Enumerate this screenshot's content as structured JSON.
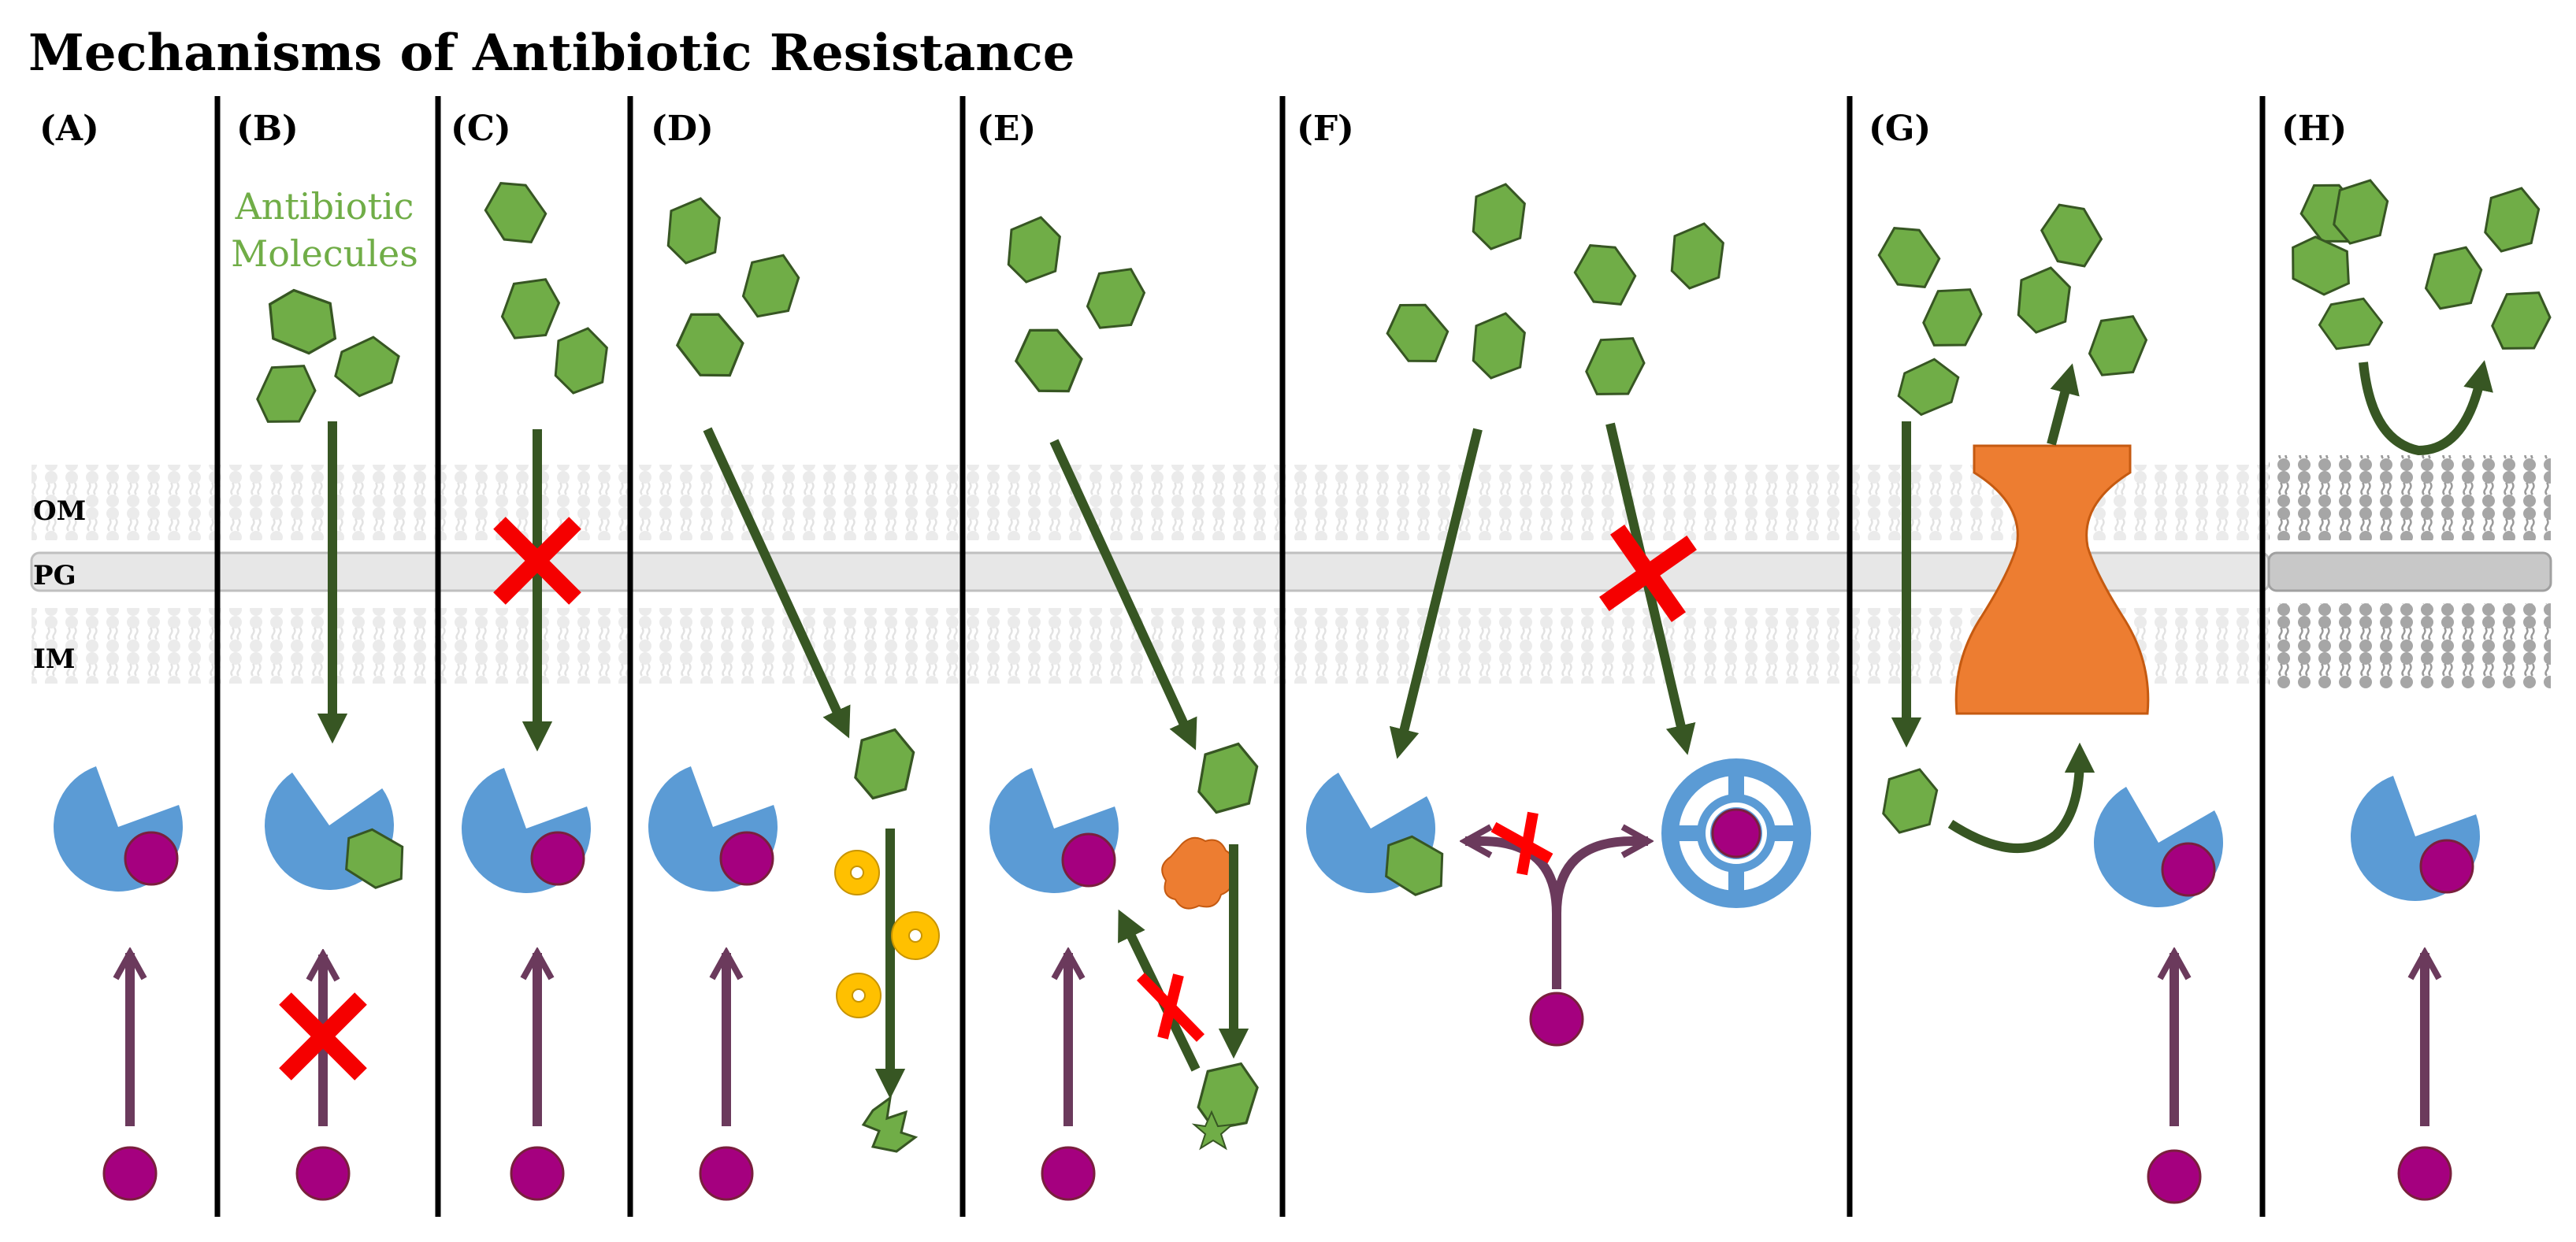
{
  "title": "Mechanisms of Antibiotic Resistance",
  "membrane_labels": {
    "om": "OM",
    "pg": "PG",
    "im": "IM"
  },
  "panels": [
    {
      "label": "(A)"
    },
    {
      "label": "(B)"
    },
    {
      "label": "(C)"
    },
    {
      "label": "(D)"
    },
    {
      "label": "(E)"
    },
    {
      "label": "(F)"
    },
    {
      "label": "(G)"
    },
    {
      "label": "(H)"
    }
  ],
  "antibiotic_label": {
    "line1": "Antibiotic",
    "line2": "Molecules"
  },
  "colors": {
    "antibiotic_fill": "#70ad47",
    "antibiotic_stroke": "#375623",
    "arrow_green": "#375623",
    "arrow_purple": "#6b3a5c",
    "target_blue": "#5b9bd5",
    "substrate_purple": "#a5007f",
    "block_red": "#ff0000",
    "pump_orange": "#ed7d31",
    "enzyme_yellow": "#ffc000",
    "label_green": "#70ad47",
    "membrane_gray": "#d9d9d9"
  },
  "icons": [
    "antibiotic-hexagon-icon",
    "target-protein-icon",
    "substrate-dot-icon",
    "block-x-icon",
    "efflux-pump-icon",
    "degrading-enzyme-icon",
    "modifying-enzyme-icon",
    "alternative-target-icon",
    "degraded-fragment-icon"
  ]
}
